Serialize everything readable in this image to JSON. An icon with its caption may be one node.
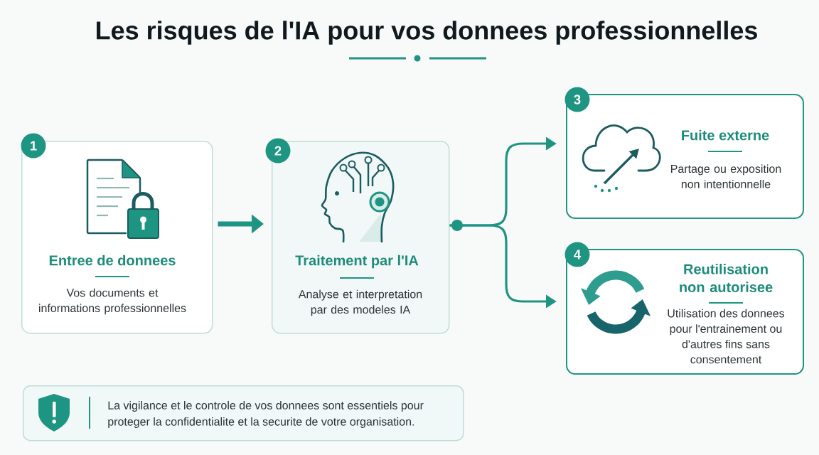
{
  "diagram": {
    "title": "Les risques de l'IA pour vos donnees professionnelles",
    "nodes": [
      {
        "text": [
          "1"
        ]
      },
      {
        "text": [
          "Entree de donnees",
          "Vos documents et informations professionnelles"
        ]
      },
      {
        "text": [
          "2"
        ]
      },
      {
        "text": [
          "Traitement par l'IA",
          "Analyse et interpretation par des modeles IA"
        ]
      },
      {
        "text": [
          "3"
        ]
      },
      {
        "text": [
          "Fuite externe",
          "Partage ou exposition non intentionnelle"
        ]
      },
      {
        "text": [
          "4"
        ]
      },
      {
        "text": [
          "Reutilisation non autorisee",
          "Utilisation des donnees pour l'entrainement ou d'autres fins sans consentement"
        ]
      },
      {
        "text": [
          "La vigilance et le controle de vos donnees sont essentiels pour proteger la confidentialite et la securite de votre organisation."
        ]
      }
    ],
    "edges": [
      {
        "from": 1,
        "to": 3,
        "arrow": "to",
        "style": "thick"
      },
      {
        "from": 3,
        "to": 5,
        "arrow": "to"
      },
      {
        "from": 3,
        "to": 7,
        "arrow": "to"
      }
    ]
  }
}
